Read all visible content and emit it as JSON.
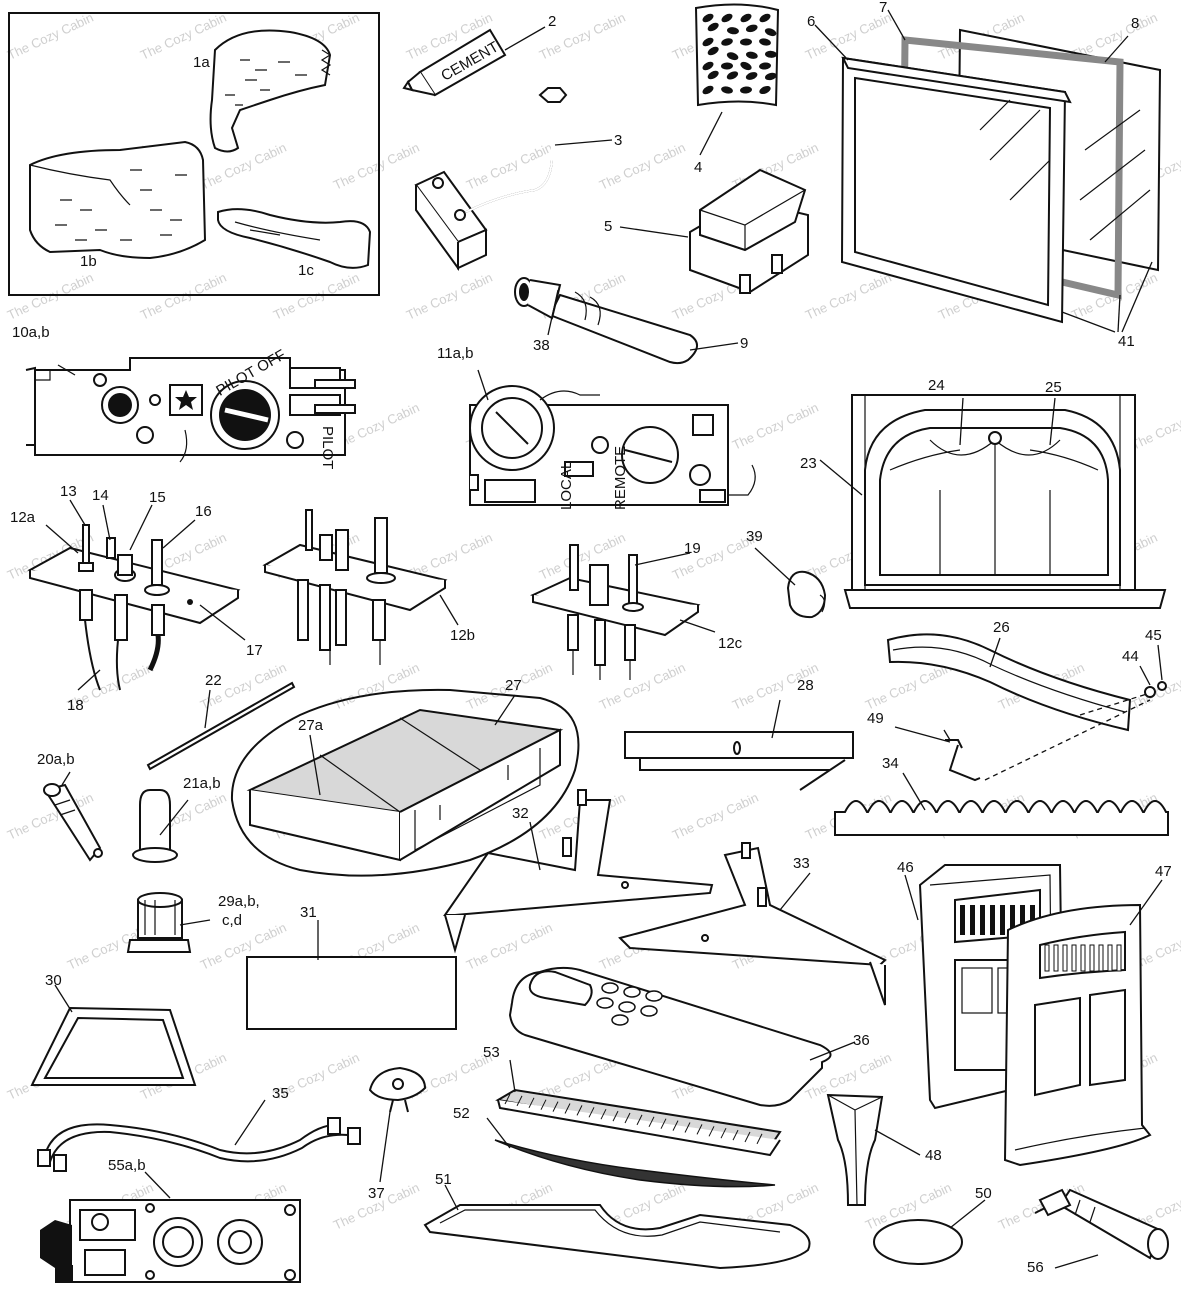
{
  "labels": {
    "p1a": "1a",
    "p1b": "1b",
    "p1c": "1c",
    "p2": "2",
    "cement": "CEMENT",
    "p3": "3",
    "p4": "4",
    "p5": "5",
    "p6": "6",
    "p7": "7",
    "p8": "8",
    "p9": "9",
    "p38": "38",
    "p41": "41",
    "p10": "10a,b",
    "p11": "11a,b",
    "p12a": "12a",
    "p12b": "12b",
    "p12c": "12c",
    "p13": "13",
    "p14": "14",
    "p15": "15",
    "p16": "16",
    "p17": "17",
    "p18": "18",
    "p19": "19",
    "p20": "20a,b",
    "p21": "21a,b",
    "p22": "22",
    "p23": "23",
    "p24": "24",
    "p25": "25",
    "p26": "26",
    "p27": "27",
    "p27a": "27a",
    "p28": "28",
    "p29a": "29a,b,",
    "p29b": "c,d",
    "p30": "30",
    "p31": "31",
    "p32": "32",
    "p33": "33",
    "p34": "34",
    "p35": "35",
    "p36": "36",
    "p37": "37",
    "p39": "39",
    "p44": "44",
    "p45": "45",
    "p46": "46",
    "p47": "47",
    "p48": "48",
    "p49": "49",
    "p50": "50",
    "p51": "51",
    "p52": "52",
    "p53": "53",
    "p55": "55a,b",
    "p56": "56"
  },
  "valve_text": {
    "pilot_off": "PILOT OFF",
    "pilot": "PILOT",
    "local": "LOCAL",
    "remote": "REMOTE"
  },
  "watermark": "The Cozy Cabin"
}
